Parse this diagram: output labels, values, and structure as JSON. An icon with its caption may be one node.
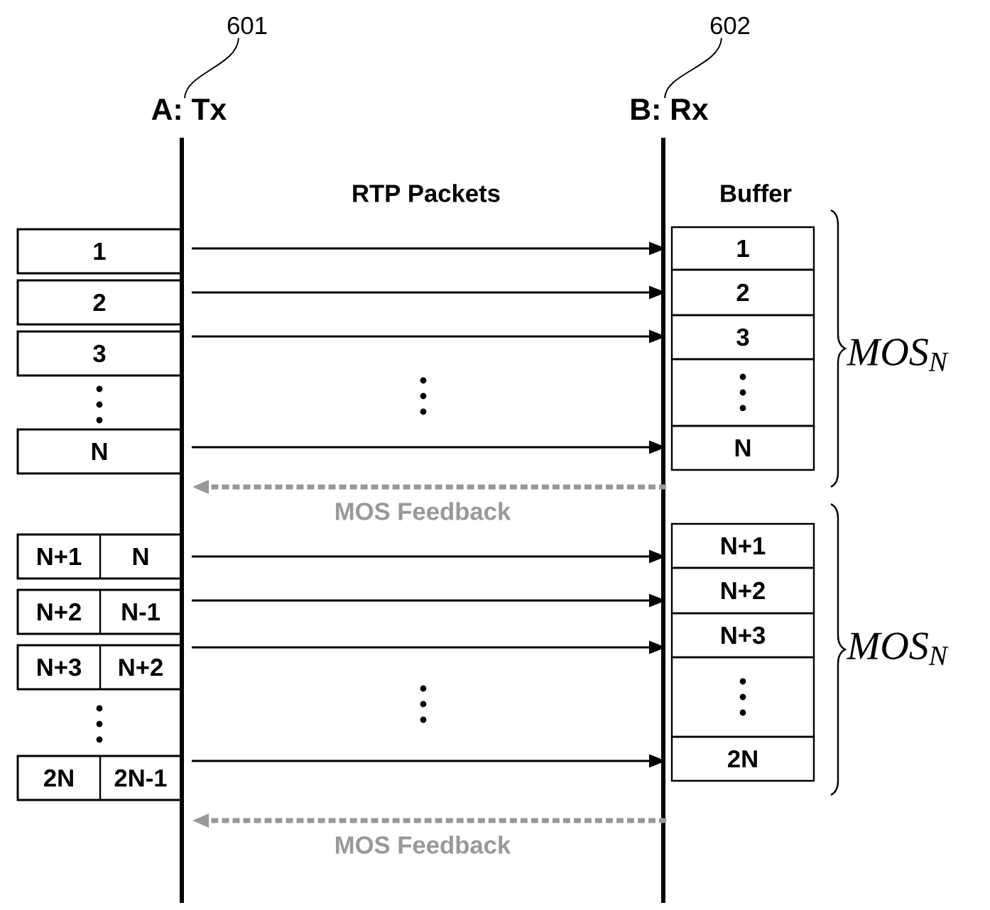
{
  "diagram": {
    "nodes": [
      {
        "text": [
          "A: Tx"
        ]
      },
      {
        "text": [
          "B: Rx"
        ]
      },
      {
        "text": [
          "601"
        ]
      },
      {
        "text": [
          "602"
        ]
      },
      {
        "text": [
          "1"
        ]
      },
      {
        "text": [
          "2"
        ]
      },
      {
        "text": [
          "3"
        ]
      },
      {
        "text": [
          "N"
        ]
      },
      {
        "text": [
          "N+1",
          "N"
        ]
      },
      {
        "text": [
          "N+2",
          "N-1"
        ]
      },
      {
        "text": [
          "N+3",
          "N+2"
        ]
      },
      {
        "text": [
          "2N",
          "2N-1"
        ]
      },
      {
        "text": [
          "1"
        ]
      },
      {
        "text": [
          "2"
        ]
      },
      {
        "text": [
          "3"
        ]
      },
      {
        "text": [],
        "shape": "box"
      },
      {
        "text": [
          "N"
        ]
      },
      {
        "text": [
          "N+1"
        ]
      },
      {
        "text": [
          "N+2"
        ]
      },
      {
        "text": [
          "N+3"
        ]
      },
      {
        "text": [],
        "shape": "box"
      },
      {
        "text": [
          "2N"
        ]
      }
    ],
    "edges": [
      {
        "from": 2,
        "to": 0,
        "arrow": "none"
      },
      {
        "from": 3,
        "to": 1,
        "arrow": "none"
      },
      {
        "from": 0,
        "to": 1,
        "arrow": "to"
      },
      {
        "from": 0,
        "to": 1,
        "arrow": "to"
      },
      {
        "from": 0,
        "to": 1,
        "arrow": "to"
      },
      {
        "from": 0,
        "to": 1,
        "arrow": "to"
      },
      {
        "from": 1,
        "to": 0,
        "arrow": "to",
        "label": "MOS Feedback",
        "style": "dashed",
        "color": "#999999"
      },
      {
        "from": 0,
        "to": 1,
        "arrow": "to"
      },
      {
        "from": 0,
        "to": 1,
        "arrow": "to"
      },
      {
        "from": 0,
        "to": 1,
        "arrow": "to"
      },
      {
        "from": 0,
        "to": 1,
        "arrow": "to"
      },
      {
        "from": 1,
        "to": 0,
        "arrow": "to",
        "label": "MOS Feedback",
        "style": "dashed",
        "color": "#999999"
      }
    ],
    "labels": [
      "RTP Packets",
      "Buffer",
      "MOS$_{N}$",
      "MOS$_{N}$"
    ]
  }
}
